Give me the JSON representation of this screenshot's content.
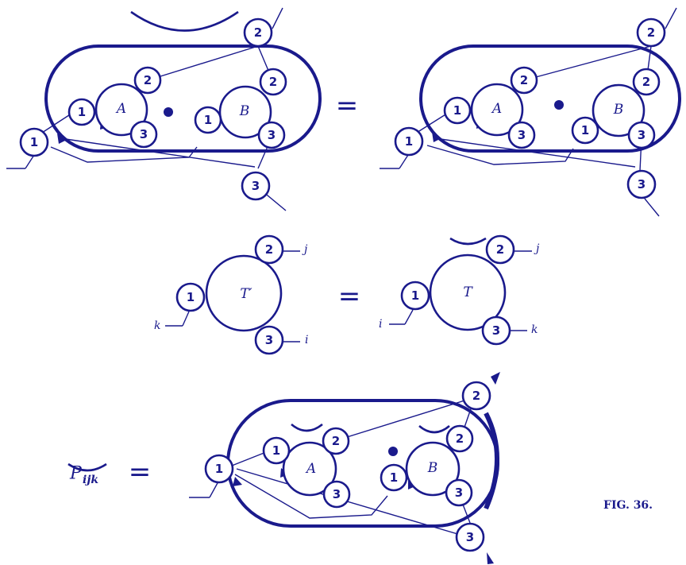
{
  "figure": {
    "caption": "FIG. 36.",
    "eq_sign": "="
  },
  "top_left": {
    "box_A": "A",
    "box_B": "B",
    "ports": {
      "a1": "1",
      "a2": "2",
      "a3": "3",
      "b1": "1",
      "b2": "2",
      "b3": "3",
      "o1": "1",
      "o2": "2",
      "o3": "3"
    }
  },
  "top_right": {
    "box_A": "A",
    "box_B": "B",
    "ports": {
      "a1": "1",
      "a2": "2",
      "a3": "3",
      "b1": "1",
      "b2": "2",
      "b3": "3",
      "o1": "1",
      "o2": "2",
      "o3": "3"
    }
  },
  "middle_left": {
    "label": "T′",
    "ports": {
      "p1": "1",
      "p2": "2",
      "p3": "3"
    },
    "legs": {
      "p1": "k",
      "p2": "j",
      "p3": "i"
    }
  },
  "middle_right": {
    "label": "T",
    "ports": {
      "p1": "1",
      "p2": "2",
      "p3": "3"
    },
    "legs": {
      "p1": "i",
      "p2": "j",
      "p3": "k"
    }
  },
  "bottom": {
    "lhs_symbol": "P",
    "lhs_indices": "ijk",
    "box_A": "A",
    "box_B": "B",
    "ports": {
      "a1": "1",
      "a2": "2",
      "a3": "3",
      "b1": "1",
      "b2": "2",
      "b3": "3",
      "o1": "1",
      "o2": "2",
      "o3": "3"
    }
  }
}
